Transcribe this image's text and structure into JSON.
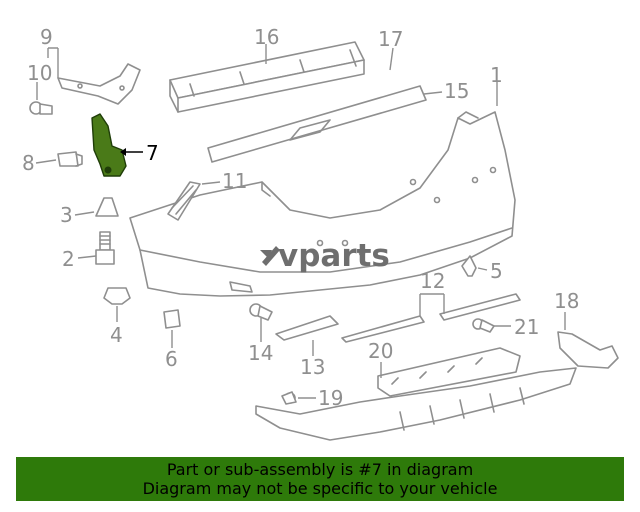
{
  "diagram": {
    "callouts": [
      "1",
      "2",
      "3",
      "4",
      "5",
      "6",
      "7",
      "8",
      "9",
      "10",
      "11",
      "12",
      "13",
      "14",
      "15",
      "16",
      "17",
      "18",
      "19",
      "20",
      "21"
    ],
    "highlighted_callout": "7",
    "watermark": "vparts",
    "colors": {
      "part_line": "#8f8f8f",
      "highlight_part": "#4a7a18",
      "banner": "#2e7a0a"
    }
  },
  "notice": {
    "line1": "Part or sub-assembly is #7 in diagram",
    "line2": "Diagram may not be specific to your vehicle"
  }
}
